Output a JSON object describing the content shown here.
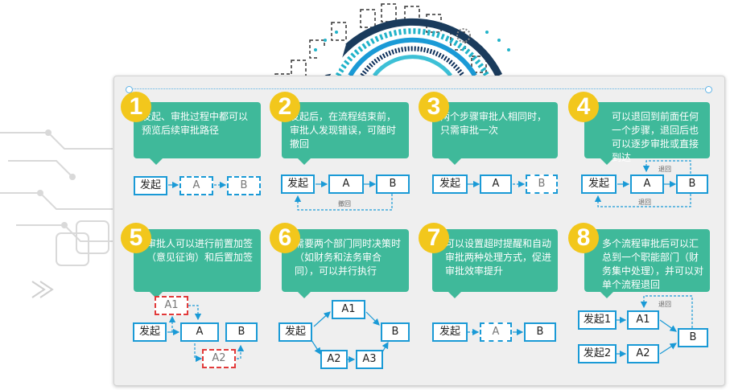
{
  "steps": [
    {
      "num": "1",
      "text": "发起、审批过程中都可以预览后续审批路径"
    },
    {
      "num": "2",
      "text": "发起后，在流程结束前，审批人发现错误，可随时撤回"
    },
    {
      "num": "3",
      "text": "两个步骤审批人相同时，只需审批一次"
    },
    {
      "num": "4",
      "text": "可以退回到前面任何一个步骤，退回后也可以逐步审批或直接到达"
    },
    {
      "num": "5",
      "text": "审批人可以进行前置加签（意见征询）和后置加签"
    },
    {
      "num": "6",
      "text": "需要两个部门同时决策时（如财务和法务审合同），可以并行执行"
    },
    {
      "num": "7",
      "text": "可以设置超时提醒和自动审批两种处理方式，促进审批效率提升"
    },
    {
      "num": "8",
      "text": "多个流程审批后可以汇总到一个职能部门（财务集中处理），并可以对单个流程退回"
    }
  ],
  "nodes": {
    "start": "发起",
    "a": "A",
    "b": "B",
    "a1": "A1",
    "a2": "A2",
    "a3": "A3",
    "start1": "发起1",
    "start2": "发起2"
  },
  "labels": {
    "withdraw": "撤回",
    "return": "退回"
  },
  "colors": {
    "callout": "#3fb99a",
    "badge": "#f2c71c",
    "node_border": "#1a9ad6",
    "added_sign": "#e23a3a",
    "panel": "#efefef"
  }
}
